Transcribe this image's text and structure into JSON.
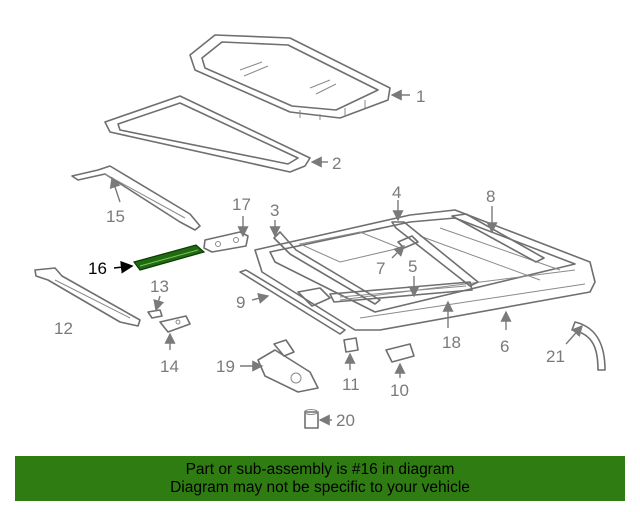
{
  "callouts": {
    "c1": "1",
    "c2": "2",
    "c3": "3",
    "c4": "4",
    "c5": "5",
    "c6": "6",
    "c7": "7",
    "c8": "8",
    "c9": "9",
    "c10": "10",
    "c11": "11",
    "c12": "12",
    "c13": "13",
    "c14": "14",
    "c15": "15",
    "c16": "16",
    "c17": "17",
    "c18": "18",
    "c19": "19",
    "c20": "20",
    "c21": "21"
  },
  "highlight_color": "#1f6b0f",
  "banner": {
    "line1": "Part or sub-assembly is #16 in diagram",
    "line2": "Diagram may not be specific to your vehicle",
    "background": "#2f7d12"
  }
}
